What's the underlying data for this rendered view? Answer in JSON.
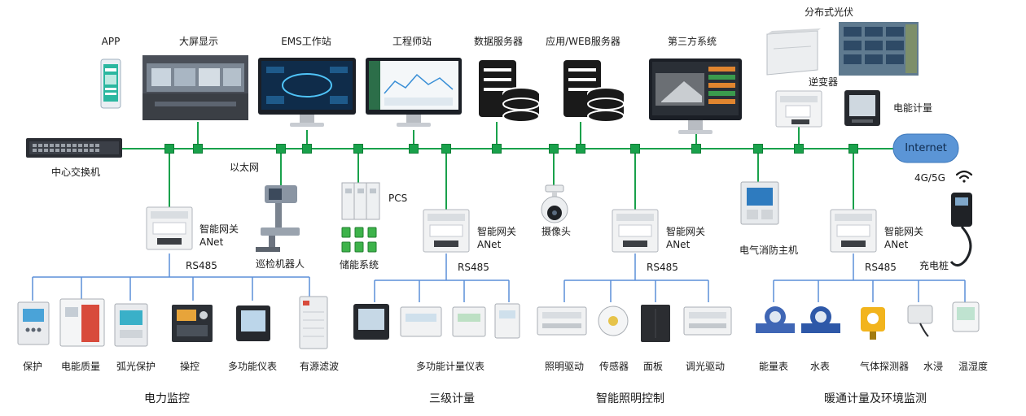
{
  "top_devices": {
    "app": "APP",
    "big_screen": "大屏显示",
    "ems": "EMS工作站",
    "engineer": "工程师站",
    "data_server": "数据服务器",
    "web_server": "应用/WEB服务器",
    "third_party": "第三方系统",
    "distributed_pv": "分布式光伏",
    "inverter": "逆变器",
    "energy_meter": "电能计量"
  },
  "network": {
    "core_switch": "中心交换机",
    "ethernet": "以太网",
    "internet": "Internet",
    "cellular": "4G/5G"
  },
  "middle_devices": {
    "pcs": "PCS",
    "storage": "储能系统",
    "camera": "摄像头",
    "fire_host": "电气消防主机",
    "robot": "巡检机器人",
    "charger": "充电桩"
  },
  "gateways": [
    {
      "name": "智能网关",
      "model": "ANet",
      "bus": "RS485"
    },
    {
      "name": "智能网关",
      "model": "ANet",
      "bus": "RS485"
    },
    {
      "name": "智能网关",
      "model": "ANet",
      "bus": "RS485"
    },
    {
      "name": "智能网关",
      "model": "ANet",
      "bus": "RS485"
    }
  ],
  "groups": [
    {
      "title": "电力监控",
      "items": [
        "保护",
        "电能质量",
        "弧光保护",
        "操控",
        "多功能仪表",
        "有源滤波"
      ]
    },
    {
      "title": "三级计量",
      "items": [
        "多功能计量仪表"
      ]
    },
    {
      "title": "智能照明控制",
      "items": [
        "照明驱动",
        "传感器",
        "面板",
        "调光驱动"
      ]
    },
    {
      "title": "暖通计量及环境监测",
      "items": [
        "能量表",
        "水表",
        "气体探测器",
        "水浸",
        "温湿度"
      ]
    }
  ],
  "colors": {
    "bus_green": "#19a14b",
    "rs485_blue": "#5b8fd9",
    "internet_fill": "#5b95d6"
  }
}
